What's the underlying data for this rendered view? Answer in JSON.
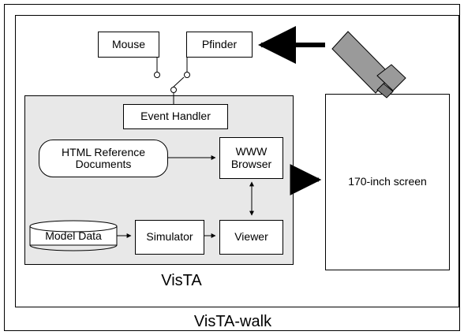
{
  "diagram": {
    "outer_caption": "VisTA-walk",
    "inner_caption": "VisTA",
    "nodes": {
      "mouse": "Mouse",
      "pfinder": "Pfinder",
      "event_handler": "Event Handler",
      "html_reference_documents": "HTML Reference\nDocuments",
      "www_browser": "WWW\nBrowser",
      "model_data": "Model Data",
      "simulator": "Simulator",
      "viewer": "Viewer",
      "screen": "170-inch screen"
    },
    "icons": {
      "camera": "camera-icon",
      "switch": "switch-icon"
    },
    "colors": {
      "gray_panel": "#e8e8e8",
      "arrow": "#000000",
      "camera_fill": "#9a9a9a"
    }
  }
}
